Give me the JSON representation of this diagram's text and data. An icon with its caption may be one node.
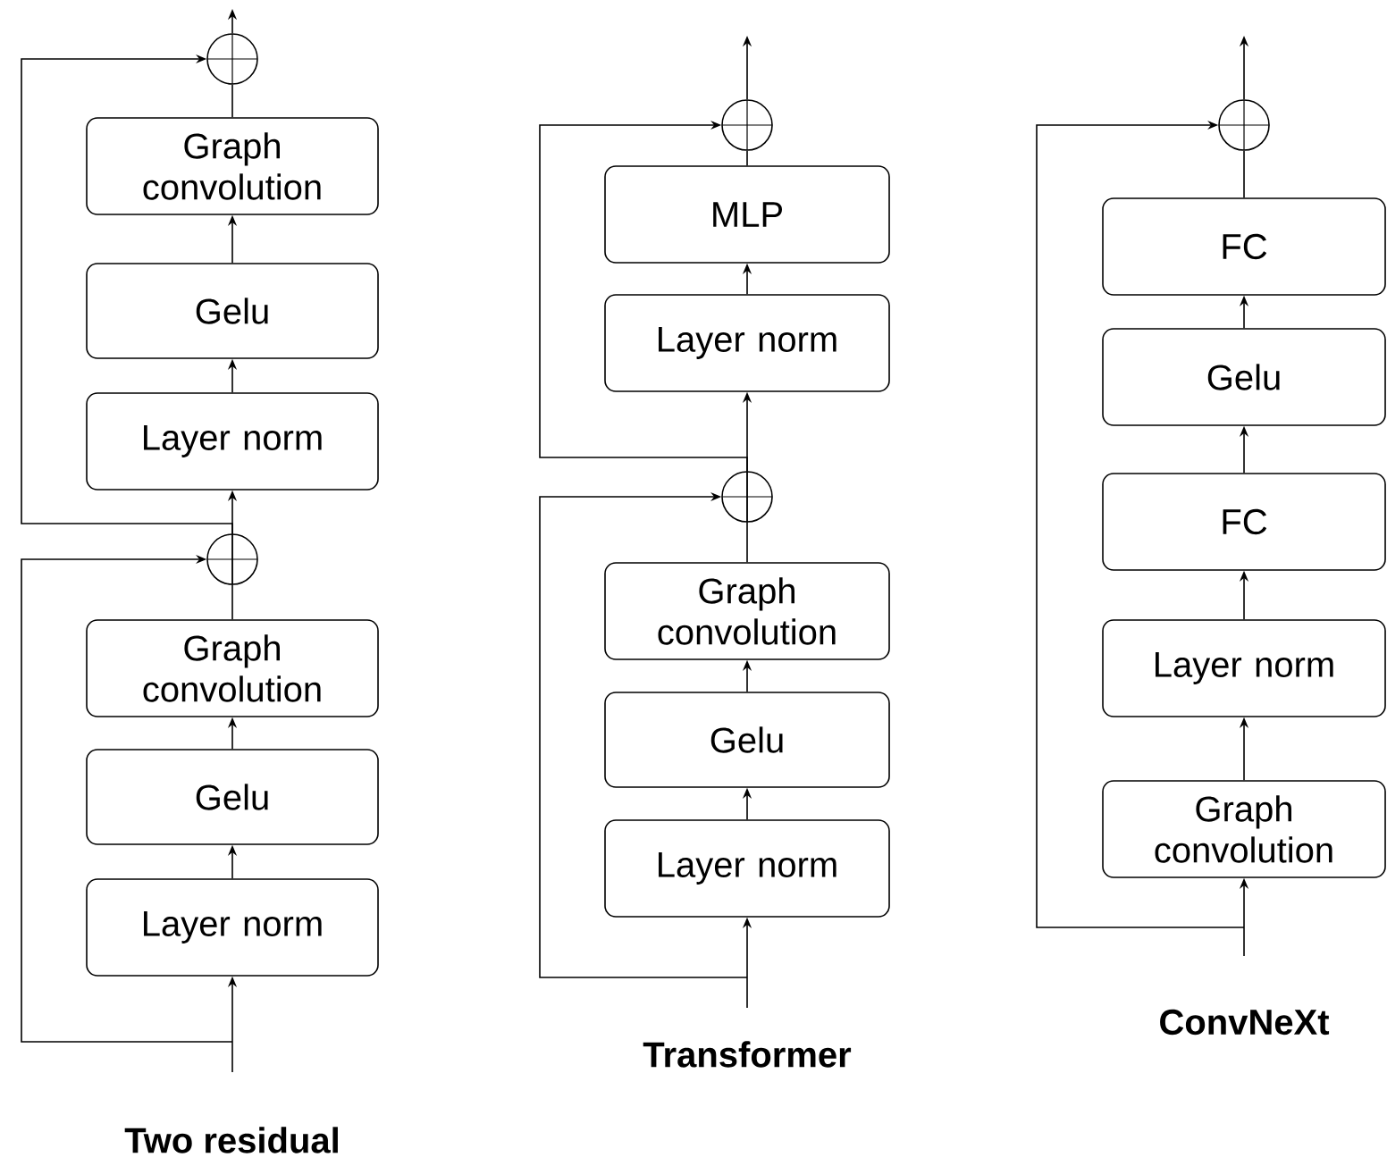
{
  "diagram": {
    "nodes": [
      {
        "text": [],
        "shape": "circle"
      },
      {
        "text": [
          "Graph convolution"
        ]
      },
      {
        "text": [
          "Gelu"
        ]
      },
      {
        "text": [
          "Layer norm"
        ]
      },
      {
        "text": [],
        "shape": "circle"
      },
      {
        "text": [
          "Graph convolution"
        ]
      },
      {
        "text": [
          "Gelu"
        ]
      },
      {
        "text": [
          "Layer norm"
        ]
      },
      {
        "text": [],
        "shape": "circle"
      },
      {
        "text": [
          "MLP"
        ]
      },
      {
        "text": [
          "Layer norm"
        ]
      },
      {
        "text": [],
        "shape": "circle"
      },
      {
        "text": [
          "Graph convolution"
        ]
      },
      {
        "text": [
          "Gelu"
        ]
      },
      {
        "text": [
          "Layer norm"
        ]
      },
      {
        "text": [],
        "shape": "circle"
      },
      {
        "text": [
          "FC"
        ]
      },
      {
        "text": [
          "Gelu"
        ]
      },
      {
        "text": [
          "FC"
        ]
      },
      {
        "text": [
          "Layer norm"
        ]
      },
      {
        "text": [
          "Graph convolution"
        ]
      }
    ],
    "edges": [
      {
        "from": null,
        "to": 7,
        "arrow": "to"
      },
      {
        "from": 7,
        "to": 6,
        "arrow": "to"
      },
      {
        "from": 6,
        "to": 5,
        "arrow": "to"
      },
      {
        "from": 5,
        "to": 4,
        "arrow": "none"
      },
      {
        "from": 4,
        "to": 3,
        "arrow": "to"
      },
      {
        "from": 3,
        "to": 2,
        "arrow": "to"
      },
      {
        "from": 2,
        "to": 1,
        "arrow": "to"
      },
      {
        "from": 1,
        "to": 0,
        "arrow": "none"
      },
      {
        "from": 0,
        "to": null,
        "arrow": "to"
      },
      {
        "from": null,
        "to": 4,
        "arrow": "to"
      },
      {
        "from": 4,
        "to": 0,
        "arrow": "to"
      },
      {
        "from": null,
        "to": 14,
        "arrow": "to"
      },
      {
        "from": 14,
        "to": 13,
        "arrow": "to"
      },
      {
        "from": 13,
        "to": 12,
        "arrow": "to"
      },
      {
        "from": 12,
        "to": 11,
        "arrow": "none"
      },
      {
        "from": 11,
        "to": 10,
        "arrow": "to"
      },
      {
        "from": 10,
        "to": 9,
        "arrow": "to"
      },
      {
        "from": 9,
        "to": 8,
        "arrow": "none"
      },
      {
        "from": 8,
        "to": null,
        "arrow": "to"
      },
      {
        "from": null,
        "to": 11,
        "arrow": "to"
      },
      {
        "from": 11,
        "to": 8,
        "arrow": "to"
      },
      {
        "from": null,
        "to": 20,
        "arrow": "to"
      },
      {
        "from": 20,
        "to": 19,
        "arrow": "to"
      },
      {
        "from": 19,
        "to": 18,
        "arrow": "to"
      },
      {
        "from": 18,
        "to": 17,
        "arrow": "to"
      },
      {
        "from": 17,
        "to": 16,
        "arrow": "to"
      },
      {
        "from": 16,
        "to": 15,
        "arrow": "none"
      },
      {
        "from": 15,
        "to": null,
        "arrow": "to"
      },
      {
        "from": null,
        "to": 15,
        "arrow": "to"
      }
    ],
    "labels": [
      "Two residual",
      "Transformer",
      "ConvNeXt"
    ]
  }
}
